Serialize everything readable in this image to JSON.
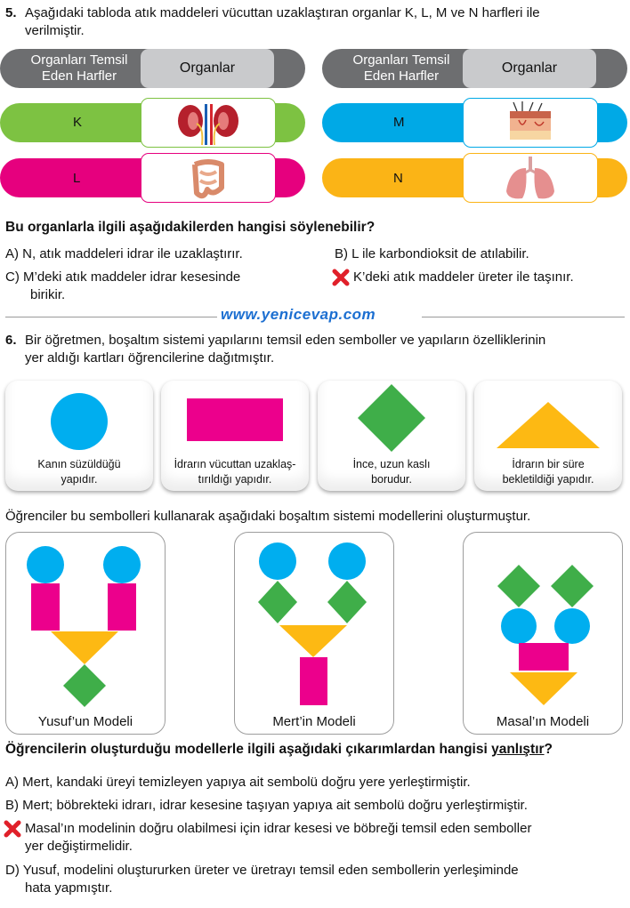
{
  "q5": {
    "number": "5.",
    "stem_line1": "Aşağıdaki tabloda atık maddeleri vücuttan uzaklaştıran organlar K, L, M ve N harfleri ile",
    "stem_line2": "verilmiştir.",
    "header_left_line1": "Organları Temsil",
    "header_left_line2": "Eden Harfler",
    "header_right": "Organlar",
    "rows": [
      {
        "letter": "K",
        "organ_icon": "kidney-icon",
        "color": "#7dc242"
      },
      {
        "letter": "L",
        "organ_icon": "intestine-icon",
        "color": "#e6007e"
      },
      {
        "letter": "M",
        "organ_icon": "skin-icon",
        "color": "#00a9e6"
      },
      {
        "letter": "N",
        "organ_icon": "lungs-icon",
        "color": "#fbb416"
      }
    ],
    "question": "Bu organlarla ilgili aşağıdakilerden hangisi söylenebilir?",
    "options": {
      "a": "A) N, atık maddeleri idrar ile uzaklaştırır.",
      "b": "B) L ile karbondioksit de atılabilir.",
      "c_line1": "C) M’deki atık maddeler idrar kesesinde",
      "c_line2": "birikir.",
      "d": "K’deki atık maddeler üreter ile taşınır."
    },
    "marked_option": "D"
  },
  "watermark": "www.yenicevap.com",
  "q6": {
    "number": "6.",
    "stem_line1": "Bir öğretmen, boşaltım sistemi yapılarını temsil eden semboller ve yapıların özelliklerinin",
    "stem_line2": "yer aldığı kartları öğrencilerine dağıtmıştır.",
    "cards": [
      {
        "shape": "circle",
        "color": "#00aeef",
        "line1": "Kanın süzüldüğü",
        "line2": "yapıdır."
      },
      {
        "shape": "rectangle",
        "color": "#ec008c",
        "line1": "İdrarın vücuttan uzaklaş-",
        "line2": "tırıldığı yapıdır."
      },
      {
        "shape": "diamond",
        "color": "#3fae49",
        "line1": "İnce, uzun kaslı",
        "line2": "borudur."
      },
      {
        "shape": "triangle",
        "color": "#fdb913",
        "line1": "İdrarın bir süre",
        "line2": "bekletildiği yapıdır."
      }
    ],
    "models_intro": "Öğrenciler bu sembolleri kullanarak aşağıdaki boşaltım sistemi modellerini oluşturmuştur.",
    "models": [
      {
        "label": "Yusuf’un Modeli"
      },
      {
        "label": "Mert’in Modeli"
      },
      {
        "label": "Masal’ın Modeli"
      }
    ],
    "question_part1": "Öğrencilerin oluşturduğu modellerle ilgili aşağıdaki çıkarımlardan hangisi",
    "question_underlined": "yanlıştır",
    "question_end": "?",
    "options": {
      "a": "A) Mert, kandaki üreyi temizleyen yapıya ait sembolü doğru yere yerleştirmiştir.",
      "b": "B) Mert; böbrekteki idrarı, idrar kesesine taşıyan yapıya ait sembolü doğru yerleştirmiştir.",
      "c_line1": "Masal’ın modelinin doğru olabilmesi için idrar kesesi ve böbreği temsil eden semboller",
      "c_line2": "yer değiştirmelidir.",
      "d_line1": "D) Yusuf, modelini oluştururken üreter ve üretrayı temsil eden sembollerin yerleşiminde",
      "d_line2": "hata yapmıştır."
    },
    "marked_option": "C"
  },
  "colors": {
    "circle": "#00aeef",
    "rectangle": "#ec008c",
    "diamond": "#3fae49",
    "triangle": "#fdb913",
    "header": "#6d6e70",
    "cross": "#e0202a"
  }
}
